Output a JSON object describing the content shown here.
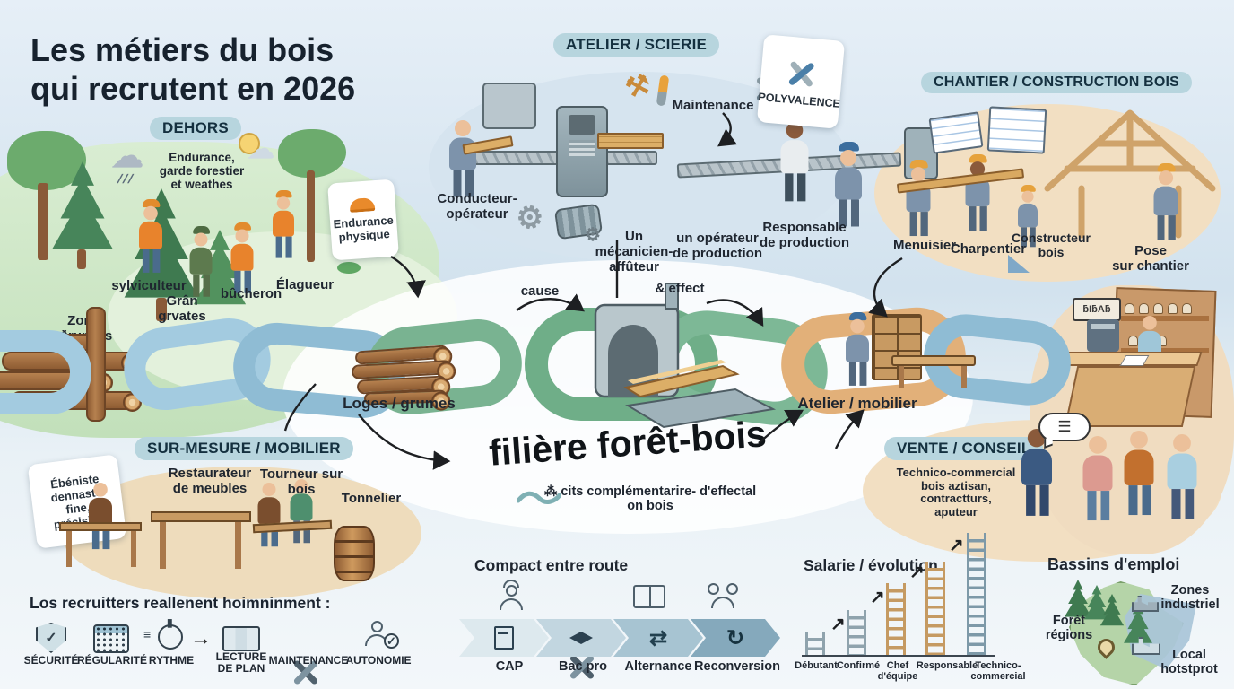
{
  "title": {
    "line1": "Les métiers du bois",
    "line2": "qui recrutent en 2026"
  },
  "colors": {
    "badge_bg": "#b7d5de",
    "badge_text": "#14303f",
    "ink": "#1f2630",
    "chain_blue": "#8fbcd4",
    "chain_green": "#74ad8c",
    "chain_orange": "#e2b079",
    "helmet_orange": "#e98a2b",
    "grass_green": "#cde6c4",
    "scierie_oval": "#d6e4ef",
    "sand_oval": "#f2dfc2"
  },
  "dehors": {
    "badge": "DEHORS",
    "note": "Endurance,\ngarde forestier\net weathes",
    "card": "Endurance\nphysique",
    "jobs": {
      "sylviculteur": "sylviculteur",
      "gran": "Grân\ngrvates",
      "bucheron": "bûcheron",
      "elagueur": "Élagueur"
    },
    "logs_label": "Zords\nðrumies"
  },
  "atelier": {
    "badge": "ATELIER / SCIERIE",
    "maintenance": "Maintenance",
    "polyvalence": "POLYVALENCE",
    "jobs": {
      "conducteur": "Conducteur-\nopérateur",
      "mecanicien": "Un mécanicien-\naffûteur",
      "operateur": "un opérateur\nde production",
      "responsable": "Responsable\nde production"
    }
  },
  "chantier": {
    "badge": "CHANTIER / CONSTRUCTION BOIS",
    "jobs": {
      "menuisier": "Menuisier",
      "charpentier": "Charpentier",
      "constructeur": "Constructeur\nbois",
      "pose": "Pose\nsur chantier"
    }
  },
  "chain": {
    "cause": "cause",
    "effect": "& effect",
    "left_label": "Loges / grumes",
    "right_label": "Atelier / mobilier",
    "center_title": "filière forêt-bois",
    "caption": "⁂ cits complémentarire- d'effectal\non bois"
  },
  "surmesure": {
    "badge": "SUR-MESURE / MOBILIER",
    "card": "Ébéniste\ndennasts\nfine,\nprécision",
    "jobs": {
      "restaurateur": "Restaurateur\nde meubles",
      "tourneur": "Tourneur sur bois",
      "tonnelier": "Tonnelier"
    }
  },
  "vente": {
    "badge": "VENTE / CONSEIL",
    "note": "Technico-commercial\nbois aztisan,\ncontractturs,\naputeur",
    "bubble_glyph": "☰"
  },
  "shop": {
    "sign": "ƃIƃAƃ"
  },
  "recruiters": {
    "heading": "Los recruitters reallenent hoimninment :",
    "arrow_glyph": "→",
    "items": [
      {
        "label": "SÉCURITÉ",
        "icon": "shield-check-icon",
        "glyph": "✓"
      },
      {
        "label": "RÉGULARITÉ",
        "icon": "calendar-icon"
      },
      {
        "label": "RYTHME",
        "icon": "stopwatch-icon"
      },
      {
        "label": "LECTURE\nDE PLAN",
        "icon": "map-plan-icon"
      },
      {
        "label": "MAINTENANCE",
        "icon": "crossed-tools-icon"
      },
      {
        "label": "AUTONOMIE",
        "icon": "person-clock-icon",
        "glyph": "✓"
      }
    ]
  },
  "parcours": {
    "heading": "Compact entre route",
    "steps": [
      {
        "label": "CAP",
        "icon": "ruler-plan-icon"
      },
      {
        "label": "Bac pro",
        "icon": "graduation-cap-icon"
      },
      {
        "label": "Alternance",
        "icon": "swap-arrows-icon",
        "glyph": "⇄"
      },
      {
        "label": "Reconversion",
        "icon": "refresh-icon",
        "glyph": "↻"
      }
    ],
    "top_icons": [
      "worker-helmet-icon",
      "crossed-tools-icon",
      "id-card-icon",
      "people-pair-icon"
    ]
  },
  "salaire": {
    "heading": "Salarie / évolution",
    "arrow_glyph": "↗",
    "levels": [
      "Débutant",
      "Confirmé",
      "Chef\nd'équipe",
      "Responsable",
      "Technico-\ncommercial"
    ]
  },
  "bassins": {
    "heading": "Bassins d'emploi",
    "forest": "Forèt\nrégions",
    "industrial": "Zones\nindustriel",
    "local": "Local\nhotstprot"
  }
}
